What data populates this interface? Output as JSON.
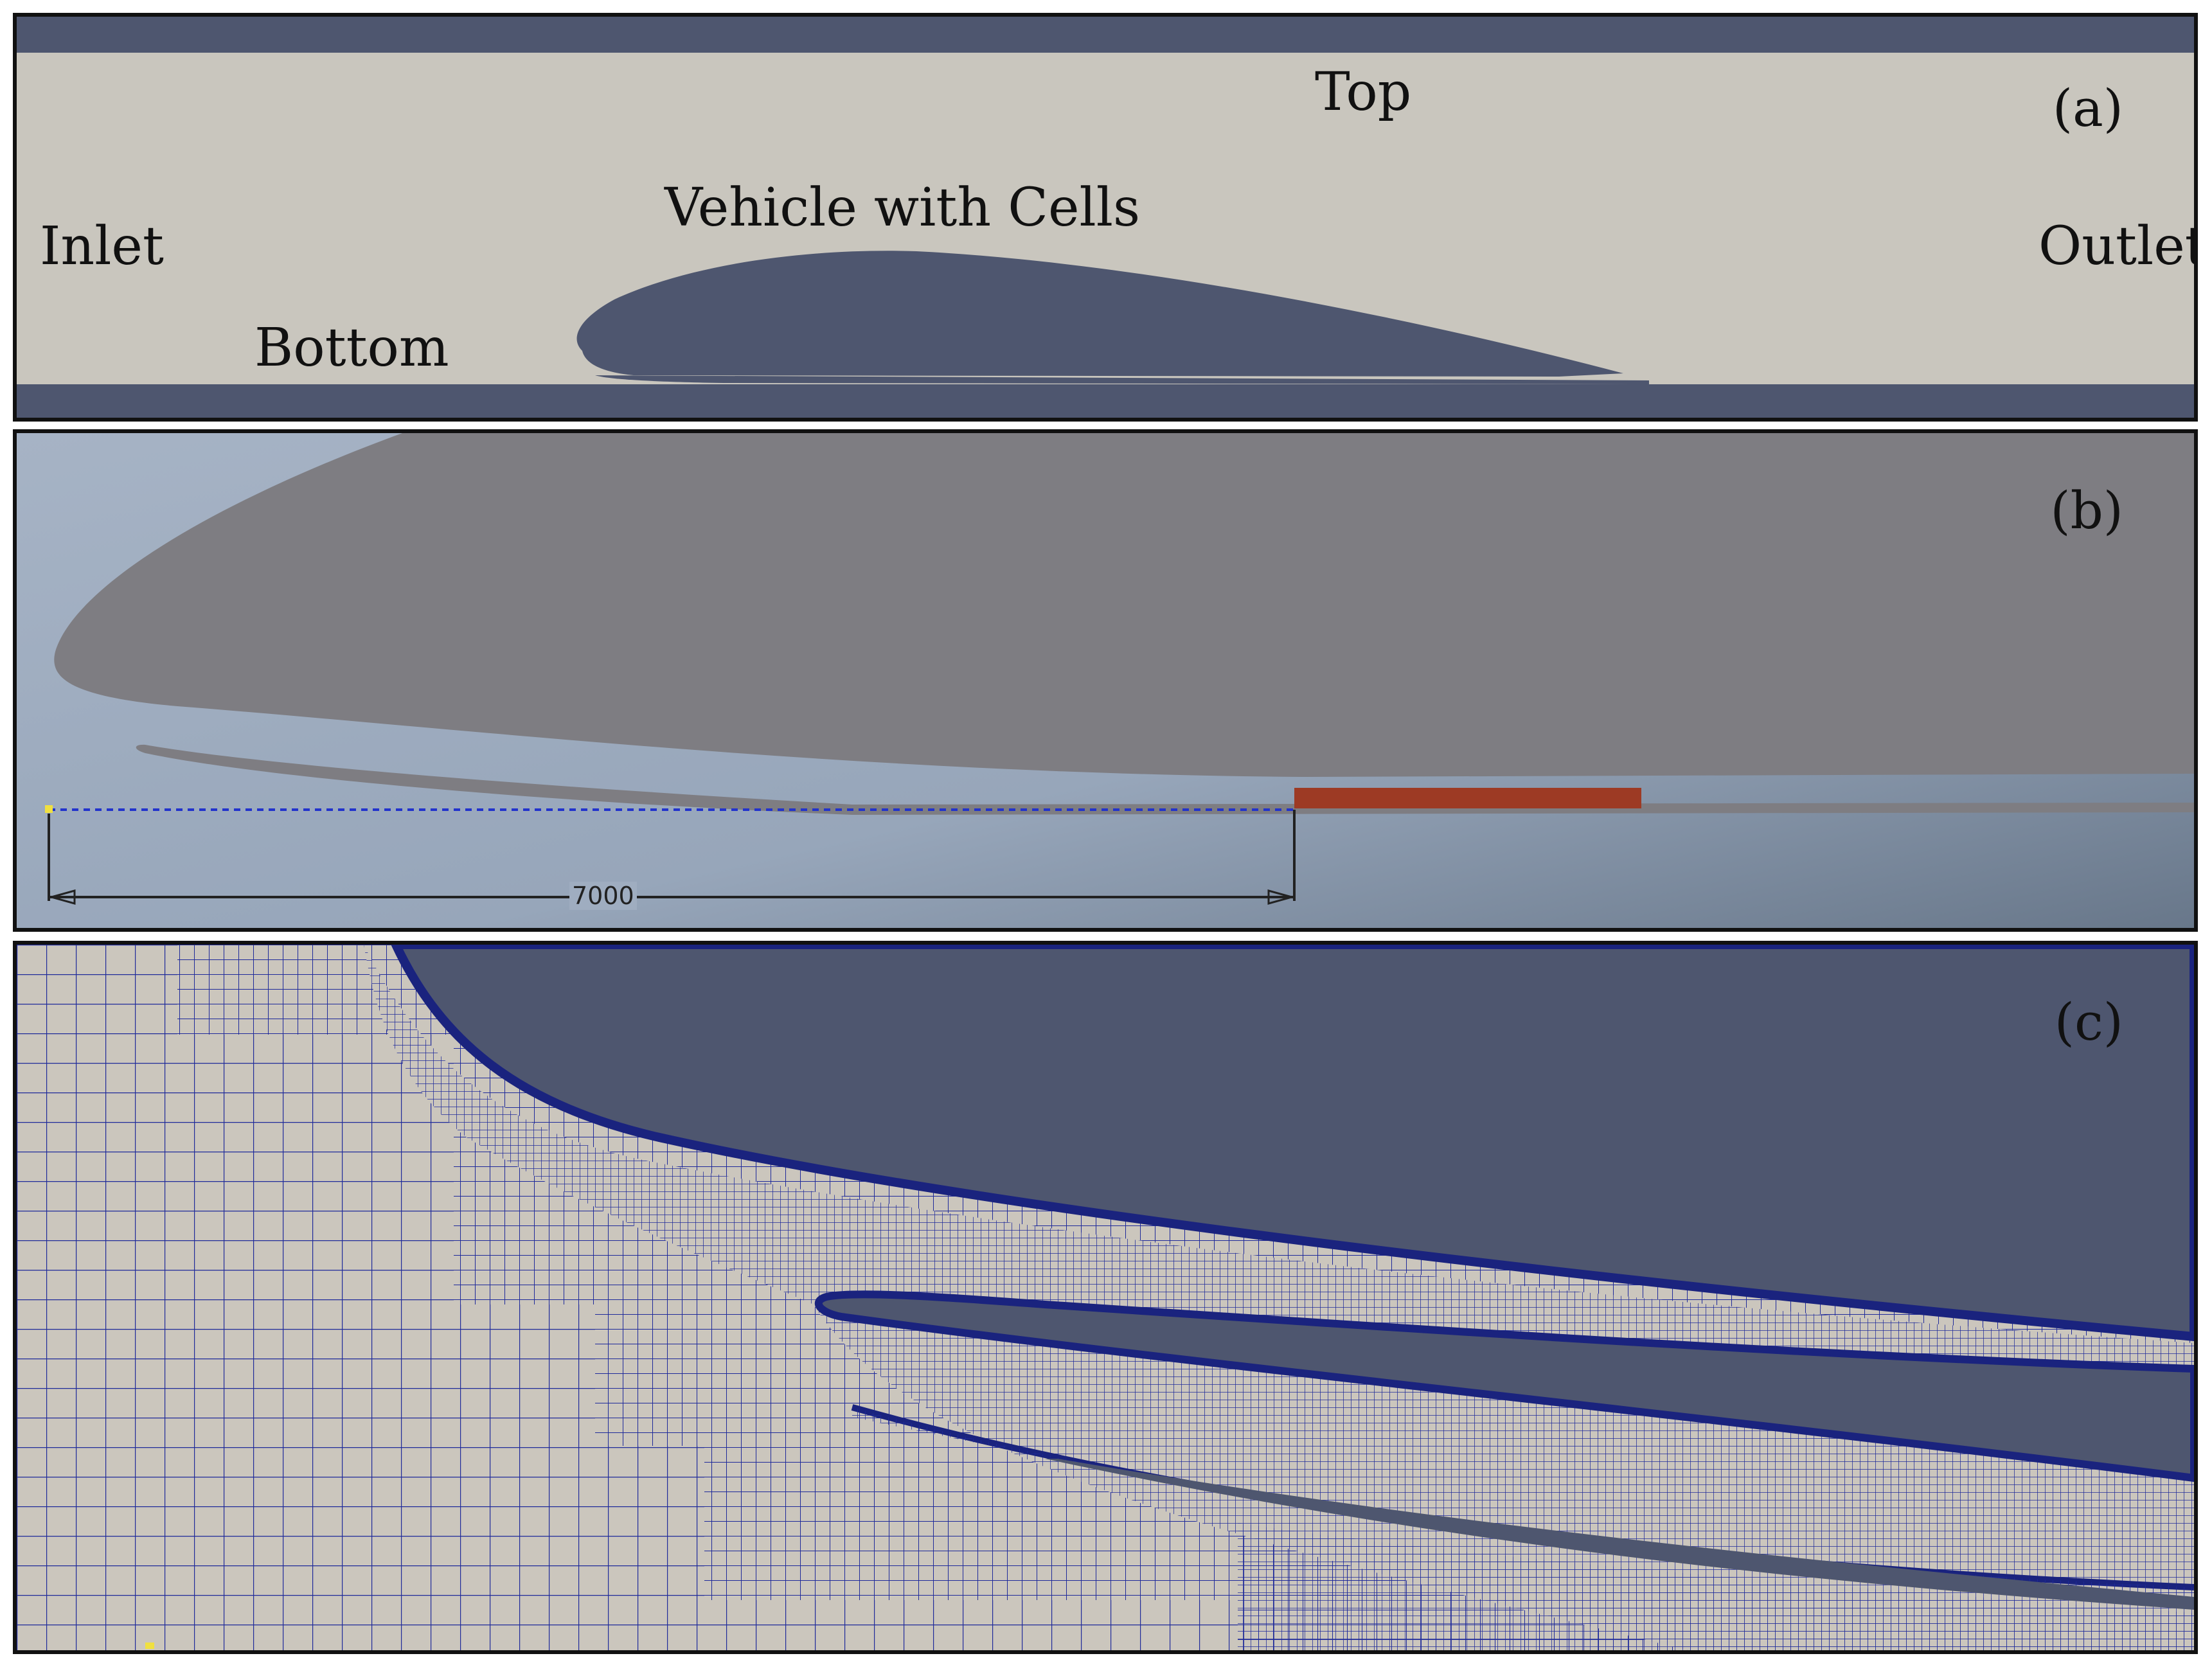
{
  "panel_a": {
    "tag": "(a)",
    "labels": {
      "top": "Top",
      "inlet": "Inlet",
      "outlet": "Outlet",
      "bottom": "Bottom",
      "vehicle": "Vehicle with Cells"
    },
    "colors": {
      "background": "#c9c6be",
      "wall": "#4e566f",
      "vehicle": "#4e566f"
    }
  },
  "panel_b": {
    "tag": "(b)",
    "dimension_label": "7000",
    "colors": {
      "background": "#9eacbf",
      "vehicle": "#7e7d82",
      "highlight": "#9d3a24",
      "dimension_line": "#2233cc"
    }
  },
  "panel_c": {
    "tag": "(c)",
    "colors": {
      "background": "#cbc6bd",
      "mesh": "#1f2a9a",
      "vehicle": "#4e566f"
    }
  }
}
